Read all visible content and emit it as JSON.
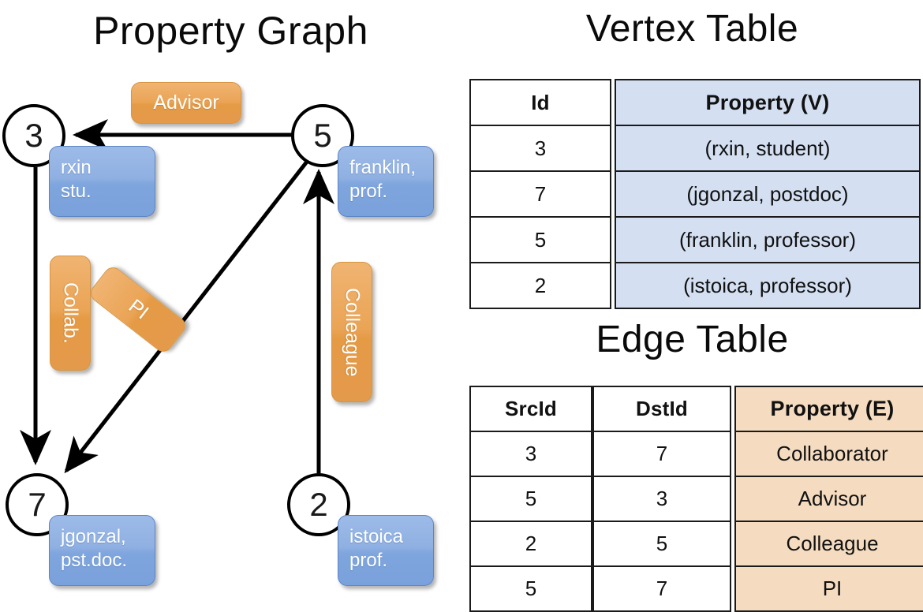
{
  "titles": {
    "property_graph": "Property Graph",
    "vertex_table": "Vertex Table",
    "edge_table": "Edge Table"
  },
  "graph": {
    "nodes": [
      {
        "id": "3",
        "property_line1": "rxin",
        "property_line2": "stu."
      },
      {
        "id": "5",
        "property_line1": "franklin,",
        "property_line2": "prof."
      },
      {
        "id": "7",
        "property_line1": "jgonzal,",
        "property_line2": "pst.doc."
      },
      {
        "id": "2",
        "property_line1": "istoica",
        "property_line2": "prof."
      }
    ],
    "edge_labels": [
      {
        "name": "advisor",
        "text": "Advisor"
      },
      {
        "name": "collab",
        "text": "Collab."
      },
      {
        "name": "pi",
        "text": "PI"
      },
      {
        "name": "colleague",
        "text": "Colleague"
      }
    ],
    "colors": {
      "node_fill": "#ffffff",
      "node_stroke": "#000000",
      "vertex_prop_box": "#8fb0e2",
      "edge_prop_box": "#eaa455",
      "edge_line": "#000000"
    }
  },
  "vertex_table": {
    "headers": [
      "Id",
      "Property (V)"
    ],
    "rows": [
      {
        "id": "3",
        "property": "(rxin, student)"
      },
      {
        "id": "7",
        "property": "(jgonzal, postdoc)"
      },
      {
        "id": "5",
        "property": "(franklin, professor)"
      },
      {
        "id": "2",
        "property": "(istoica, professor)"
      }
    ],
    "header_fill": "#d4e0f2"
  },
  "edge_table": {
    "headers": [
      "SrcId",
      "DstId",
      "Property (E)"
    ],
    "rows": [
      {
        "src": "3",
        "dst": "7",
        "property": "Collaborator"
      },
      {
        "src": "5",
        "dst": "3",
        "property": "Advisor"
      },
      {
        "src": "2",
        "dst": "5",
        "property": "Colleague"
      },
      {
        "src": "5",
        "dst": "7",
        "property": "PI"
      }
    ],
    "header_fill": "#f5dcc0"
  }
}
